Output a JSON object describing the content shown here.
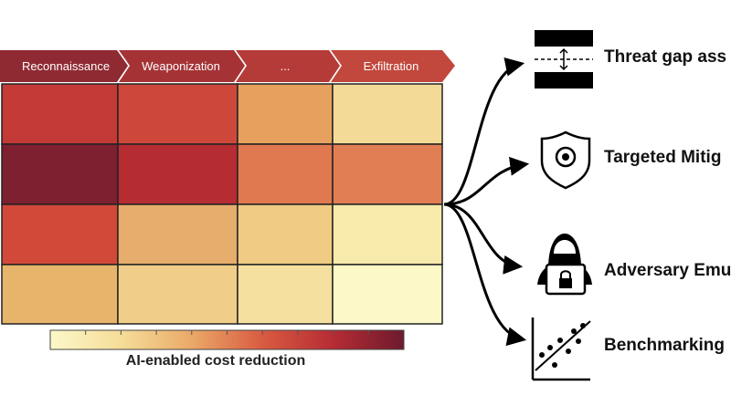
{
  "stages": [
    "Reconnaissance",
    "Weaponization",
    "...",
    "Exfiltration"
  ],
  "heatmap": {
    "cells": [
      [
        "#c33a36",
        "#cd483a",
        "#e6a15f",
        "#f3da96"
      ],
      [
        "#7e2030",
        "#b52c32",
        "#e07850",
        "#e07d52"
      ],
      [
        "#d2493a",
        "#e6ad6c",
        "#efcb84",
        "#f7eaaa"
      ],
      [
        "#e7b46c",
        "#f0ce89",
        "#f5df9e",
        "#fcf8c8"
      ]
    ]
  },
  "legend": {
    "label": "AI-enabled cost reduction",
    "gradient": [
      "#fcf8c9",
      "#f5dd98",
      "#eaa968",
      "#d95b41",
      "#b62c34",
      "#6d1a2d"
    ]
  },
  "outcomes": [
    {
      "icon": "threat-gap-icon",
      "label": "Threat gap ass"
    },
    {
      "icon": "shield-target-icon",
      "label": "Targeted Mitig"
    },
    {
      "icon": "hooded-hacker-icon",
      "label": "Adversary Emu"
    },
    {
      "icon": "scatter-plot-icon",
      "label": "Benchmarking"
    }
  ],
  "colors": {
    "banner": "#b83f3a",
    "banner_dark": "#8f2a33",
    "grid": "#222222",
    "arrow": "#000000"
  }
}
